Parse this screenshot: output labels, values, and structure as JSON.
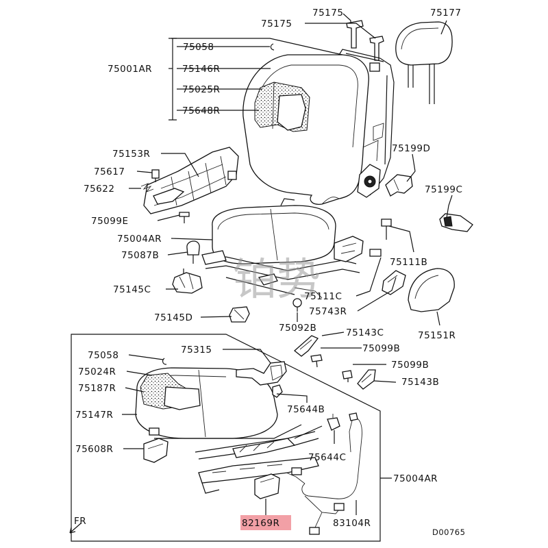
{
  "watermark": "铂势",
  "diagram_code": "D00765",
  "direction_label": "FR",
  "highlight_color": "#f2a0a6",
  "labels": {
    "p75175a": "75175",
    "p75177": "75177",
    "p75175b": "75175",
    "p75058a": "75058",
    "p75001AR": "75001AR",
    "p75146R": "75146R",
    "p75025R": "75025R",
    "p75648R": "75648R",
    "p75153R": "75153R",
    "p75199D": "75199D",
    "p75617": "75617",
    "p75622": "75622",
    "p75199C": "75199C",
    "p75099E": "75099E",
    "p75004ARa": "75004AR",
    "p75087B": "75087B",
    "p75111B": "75111B",
    "p75145C": "75145C",
    "p75111C": "75111C",
    "p75743R": "75743R",
    "p75145D": "75145D",
    "p75092B": "75092B",
    "p75151R": "75151R",
    "p75143C": "75143C",
    "p75058b": "75058",
    "p75315": "75315",
    "p75099Ba": "75099B",
    "p75099Bb": "75099B",
    "p75024R": "75024R",
    "p75143B": "75143B",
    "p75187R": "75187R",
    "p75644B": "75644B",
    "p75147R": "75147R",
    "p75608R": "75608R",
    "p75644C": "75644C",
    "p75004ARb": "75004AR",
    "p82169R": "82169R",
    "p83104R": "83104R"
  }
}
